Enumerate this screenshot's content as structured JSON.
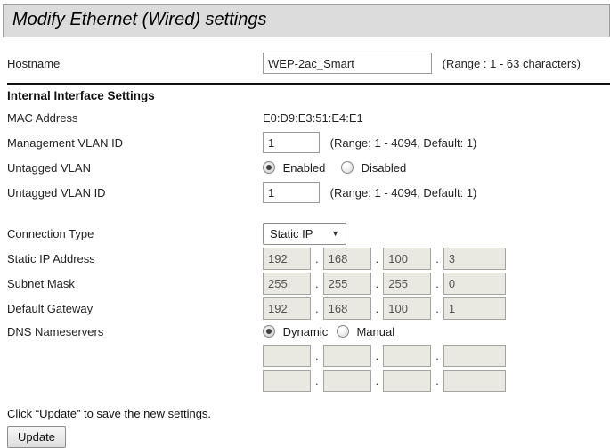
{
  "title": "Modify Ethernet (Wired) settings",
  "colors": {
    "titlebar_bg": "#dcdcdc",
    "disabled_input_bg": "#e9e9e1",
    "divider": "#111111"
  },
  "hostname": {
    "label": "Hostname",
    "value": "WEP-2ac_Smart",
    "hint": "(Range : 1 - 63 characters)"
  },
  "section": {
    "heading": "Internal Interface Settings"
  },
  "mac": {
    "label": "MAC Address",
    "value": "E0:D9:E3:51:E4:E1"
  },
  "mgmt_vlan": {
    "label": "Management VLAN ID",
    "value": "1",
    "hint": "(Range: 1 - 4094, Default: 1)"
  },
  "untagged_vlan": {
    "label": "Untagged VLAN",
    "options": [
      "Enabled",
      "Disabled"
    ],
    "selected": "Enabled",
    "selected_index": 0
  },
  "untagged_vlan_id": {
    "label": "Untagged VLAN ID",
    "value": "1",
    "hint": "(Range: 1 - 4094, Default: 1)"
  },
  "connection_type": {
    "label": "Connection Type",
    "selected": "Static IP"
  },
  "static_ip": {
    "label": "Static IP Address",
    "octets": [
      "192",
      "168",
      "100",
      "3"
    ]
  },
  "subnet_mask": {
    "label": "Subnet Mask",
    "octets": [
      "255",
      "255",
      "255",
      "0"
    ]
  },
  "default_gateway": {
    "label": "Default Gateway",
    "octets": [
      "192",
      "168",
      "100",
      "1"
    ]
  },
  "dns": {
    "label": "DNS Nameservers",
    "options": [
      "Dynamic",
      "Manual"
    ],
    "selected": "Dynamic",
    "selected_index": 0,
    "rows": [
      [
        "",
        "",
        "",
        ""
      ],
      [
        "",
        "",
        "",
        ""
      ]
    ]
  },
  "footer": {
    "note": "Click “Update” to save the new settings.",
    "button_label": "Update"
  }
}
